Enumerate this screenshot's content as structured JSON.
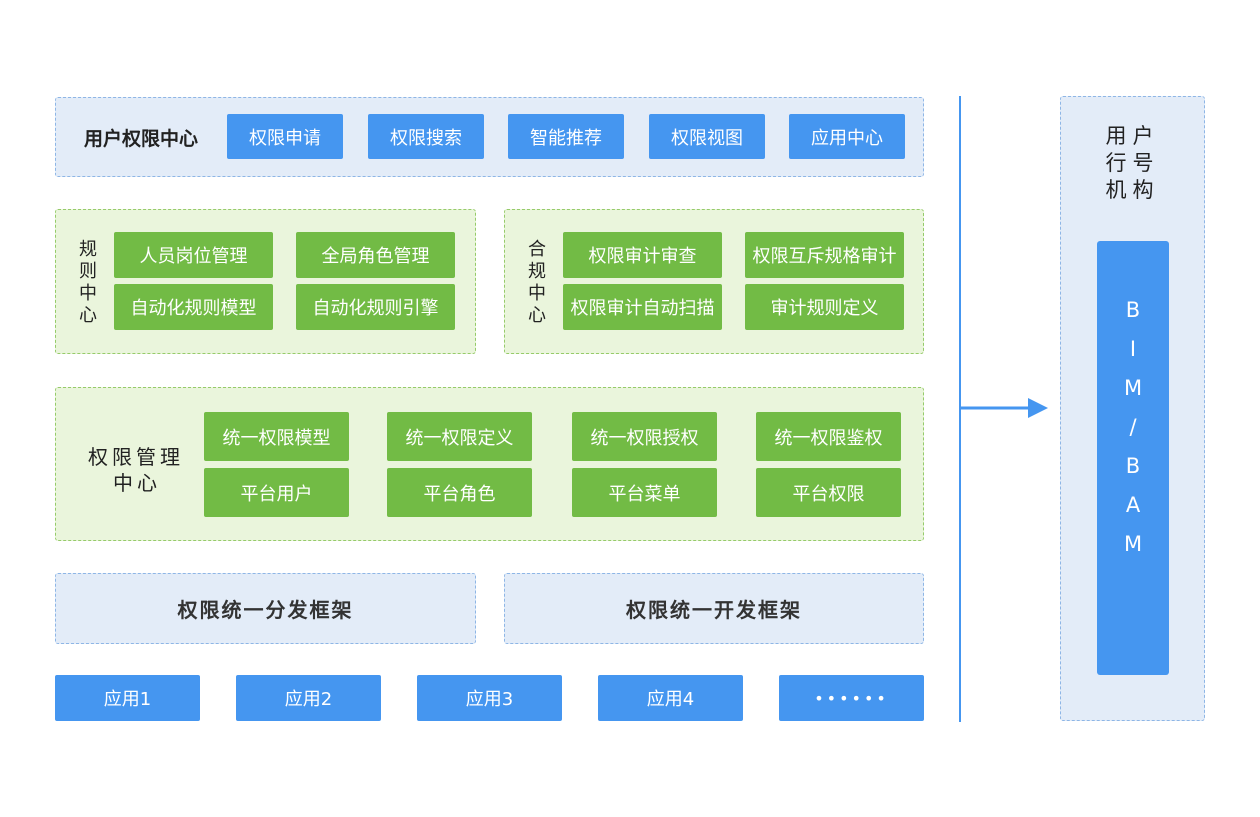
{
  "user_center": {
    "title": "用户权限中心",
    "buttons": [
      "权限申请",
      "权限搜索",
      "智能推荐",
      "权限视图",
      "应用中心"
    ]
  },
  "rule_center": {
    "label_chars": [
      "规",
      "则",
      "中",
      "心"
    ],
    "buttons": [
      "人员岗位管理",
      "全局角色管理",
      "自动化规则模型",
      "自动化规则引擎"
    ]
  },
  "compliance_center": {
    "label_chars": [
      "合",
      "规",
      "中",
      "心"
    ],
    "buttons": [
      "权限审计审查",
      "权限互斥规格审计",
      "权限审计自动扫描",
      "审计规则定义"
    ]
  },
  "permission_mgmt": {
    "label_line1": "权限管理",
    "label_line2": "中心",
    "row1": [
      "统一权限模型",
      "统一权限定义",
      "统一权限授权",
      "统一权限鉴权"
    ],
    "row2": [
      "平台用户",
      "平台角色",
      "平台菜单",
      "平台权限"
    ]
  },
  "frameworks": [
    "权限统一分发框架",
    "权限统一开发框架"
  ],
  "apps": [
    "应用1",
    "应用2",
    "应用3",
    "应用4",
    "••••••"
  ],
  "right_panel": {
    "title_lines": [
      "用户",
      "行号",
      "机构"
    ],
    "bim_letters": [
      "B",
      "I",
      "M",
      "/",
      "B",
      "A",
      "M"
    ]
  },
  "colors": {
    "blue_button": "#4596f0",
    "green_button": "#72bb45",
    "blue_panel": "#e3ecf8",
    "green_panel": "#eaf5dc",
    "connector": "#4596f0"
  }
}
